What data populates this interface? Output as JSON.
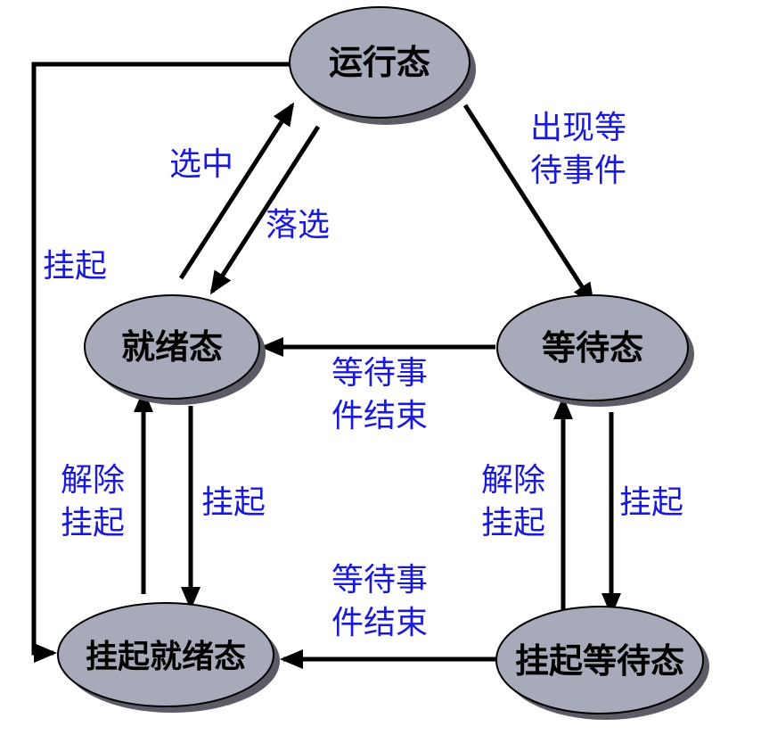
{
  "colors": {
    "node_fill": "#a7abb9",
    "node_stroke": "#000000",
    "node_shadow": "#5c5c66",
    "edge": "#000000",
    "edge_label": "#1a1ad6"
  },
  "states": {
    "running": "运行态",
    "ready": "就绪态",
    "waiting": "等待态",
    "suspended_ready": "挂起就绪态",
    "suspended_waiting": "挂起等待态"
  },
  "transitions": {
    "select": "选中",
    "deselect": "落选",
    "wait_event_line1": "出现等",
    "wait_event_line2": "待事件",
    "suspend_left": "挂起",
    "event_end_mid_line1": "等待事",
    "event_end_mid_line2": "件结束",
    "resume_left_line1": "解除",
    "resume_left_line2": "挂起",
    "suspend_ready": "挂起",
    "resume_right_line1": "解除",
    "resume_right_line2": "挂起",
    "suspend_waiting": "挂起",
    "event_end_bottom_line1": "等待事",
    "event_end_bottom_line2": "件结束"
  }
}
